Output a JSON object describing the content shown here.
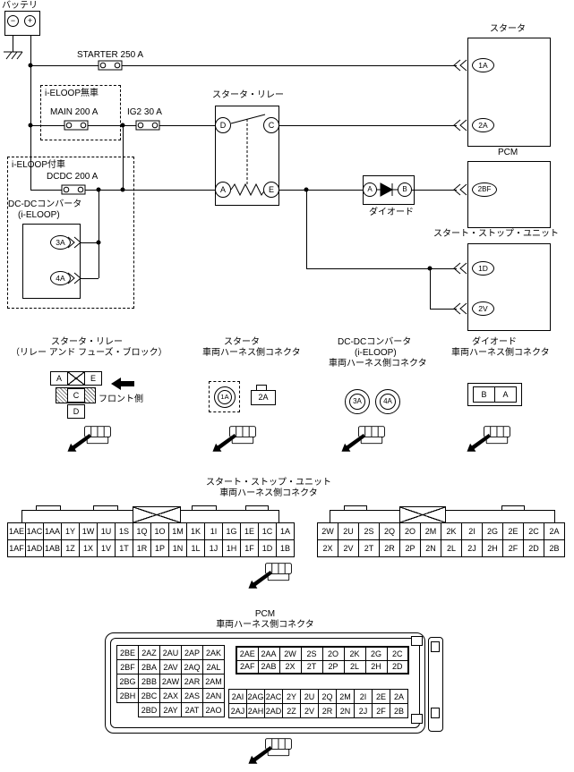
{
  "top": {
    "battery": {
      "label": "バッテリ",
      "minus": "−",
      "plus": "+"
    },
    "fuse_starter": "STARTER 250 A",
    "fuse_main": "MAIN 200 A",
    "fuse_ig2": "IG2 30 A",
    "fuse_dcdc": "DCDC 200 A",
    "no_ieloop": "i-ELOOP無車",
    "with_ieloop": "i-ELOOP付車",
    "dcdc_name": "DC-DCコンバータ",
    "dcdc_sub": "(i-ELOOP)",
    "dcdc_pin3": "3A",
    "dcdc_pin4": "4A",
    "starter_label": "スタータ",
    "starter_pin1": "1A",
    "starter_pin2": "2A",
    "relay_label": "スタータ・リレー",
    "relay_d": "D",
    "relay_c": "C",
    "relay_a": "A",
    "relay_e": "E",
    "diode_label": "ダイオード",
    "diode_a": "A",
    "diode_b": "B",
    "pcm_label": "PCM",
    "pcm_pin": "2BF",
    "ss_label": "スタート・ストップ・ユニット",
    "ss_pin1": "1D",
    "ss_pin2": "2V"
  },
  "views": {
    "relay": {
      "t1": "スタータ・リレー",
      "t2": "（リレー アンド フューズ・ブロック）",
      "a": "A",
      "e": "E",
      "c": "C",
      "d": "D",
      "front": "フロント側"
    },
    "starter": {
      "t1": "スタータ",
      "t2": "車両ハーネス側コネクタ",
      "p1": "1A",
      "p2": "2A"
    },
    "dcdc": {
      "t1": "DC-DCコンバータ",
      "t2": "(i-ELOOP)",
      "t3": "車両ハーネス側コネクタ",
      "p3": "3A",
      "p4": "4A"
    },
    "diode": {
      "t1": "ダイオード",
      "t2": "車両ハーネス側コネクタ",
      "pb": "B",
      "pa": "A"
    },
    "ss": {
      "t1": "スタート・ストップ・ユニット",
      "t2": "車両ハーネス側コネクタ",
      "left": [
        [
          "1AE",
          "1AC",
          "1AA",
          "1Y",
          "1W",
          "1U",
          "1S",
          "1Q",
          "1O",
          "1M",
          "1K",
          "1I",
          "1G",
          "1E",
          "1C",
          "1A"
        ],
        [
          "1AF",
          "1AD",
          "1AB",
          "1Z",
          "1X",
          "1V",
          "1T",
          "1R",
          "1P",
          "1N",
          "1L",
          "1J",
          "1H",
          "1F",
          "1D",
          "1B"
        ]
      ],
      "right": [
        [
          "2W",
          "2U",
          "2S",
          "2Q",
          "2O",
          "2M",
          "2K",
          "2I",
          "2G",
          "2E",
          "2C",
          "2A"
        ],
        [
          "2X",
          "2V",
          "2T",
          "2R",
          "2P",
          "2N",
          "2L",
          "2J",
          "2H",
          "2F",
          "2D",
          "2B"
        ]
      ]
    },
    "pcm": {
      "t1": "PCM",
      "t2": "車両ハーネス側コネクタ",
      "left": [
        [
          "2BE",
          "2AZ",
          "2AU",
          "2AP",
          "2AK"
        ],
        [
          "2BF",
          "2BA",
          "2AV",
          "2AQ",
          "2AL"
        ],
        [
          "2BG",
          "2BB",
          "2AW",
          "2AR",
          "2AM"
        ],
        [
          "2BH",
          "2BC",
          "2AX",
          "2AS",
          "2AN"
        ],
        [
          "",
          "2BD",
          "2AY",
          "2AT",
          "2AO"
        ]
      ],
      "right_top": [
        [
          "2AE",
          "2AA",
          "2W",
          "2S",
          "2O",
          "2K",
          "2G",
          "2C"
        ],
        [
          "2AF",
          "2AB",
          "2X",
          "2T",
          "2P",
          "2L",
          "2H",
          "2D"
        ]
      ],
      "right_bottom": [
        [
          "2AI",
          "2AG",
          "2AC",
          "2Y",
          "2U",
          "2Q",
          "2M",
          "2I",
          "2E",
          "2A"
        ],
        [
          "2AJ",
          "2AH",
          "2AD",
          "2Z",
          "2V",
          "2R",
          "2N",
          "2J",
          "2F",
          "2B"
        ]
      ]
    }
  },
  "colors": {
    "line": "#000000",
    "background": "#ffffff"
  }
}
